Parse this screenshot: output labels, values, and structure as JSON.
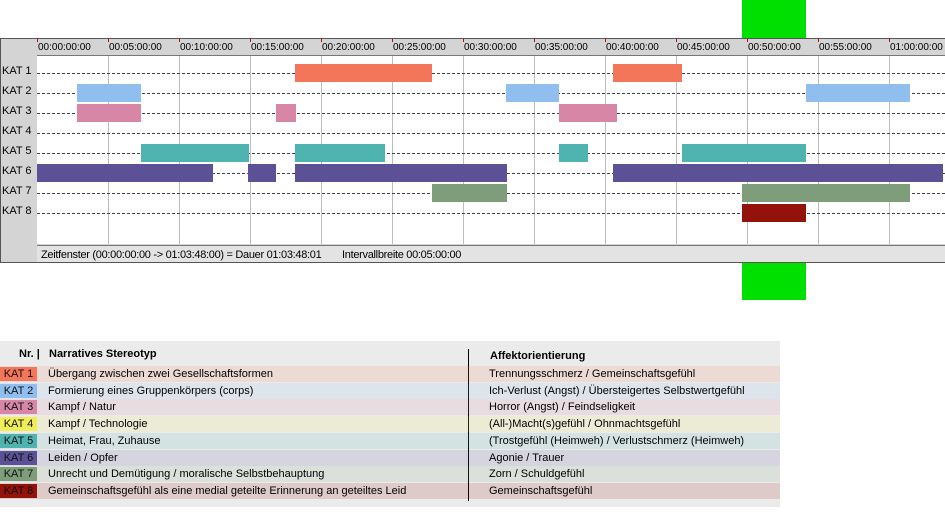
{
  "colors": {
    "playhead": "#00e000",
    "kat1": "#f4765a",
    "kat2": "#90bfef",
    "kat3": "#d786a6",
    "kat4": "#f0ec5a",
    "kat5": "#4fb3b0",
    "kat6": "#5c5196",
    "kat7": "#7e9e7b",
    "kat8": "#931209"
  },
  "timeline": {
    "window_seconds": 3828,
    "tick_labels": [
      "00:00:00:00",
      "00:05:00:00",
      "00:10:00:00",
      "00:15:00:00",
      "00:20:00:00",
      "00:25:00:00",
      "00:30:00:00",
      "00:35:00:00",
      "00:40:00:00",
      "00:45:00:00",
      "00:50:00:00",
      "00:55:00:00",
      "01:00:00:00"
    ],
    "categories": [
      "KAT 1",
      "KAT 2",
      "KAT 3",
      "KAT 4",
      "KAT 5",
      "KAT 6",
      "KAT 7",
      "KAT 8"
    ],
    "segments": [
      {
        "cat": 0,
        "color": "kat1",
        "start": 1090,
        "end": 1670
      },
      {
        "cat": 0,
        "color": "kat1",
        "start": 2435,
        "end": 2725
      },
      {
        "cat": 1,
        "color": "kat2",
        "start": 170,
        "end": 440
      },
      {
        "cat": 1,
        "color": "kat2",
        "start": 1980,
        "end": 2205
      },
      {
        "cat": 1,
        "color": "kat2",
        "start": 3250,
        "end": 3690
      },
      {
        "cat": 2,
        "color": "kat3",
        "start": 170,
        "end": 440
      },
      {
        "cat": 2,
        "color": "kat3",
        "start": 1010,
        "end": 1095
      },
      {
        "cat": 2,
        "color": "kat3",
        "start": 2205,
        "end": 2450
      },
      {
        "cat": 4,
        "color": "kat5",
        "start": 440,
        "end": 895
      },
      {
        "cat": 4,
        "color": "kat5",
        "start": 1090,
        "end": 1470
      },
      {
        "cat": 4,
        "color": "kat5",
        "start": 2205,
        "end": 2330
      },
      {
        "cat": 4,
        "color": "kat5",
        "start": 2725,
        "end": 3250
      },
      {
        "cat": 5,
        "color": "kat6",
        "start": 0,
        "end": 745
      },
      {
        "cat": 5,
        "color": "kat6",
        "start": 890,
        "end": 1010
      },
      {
        "cat": 5,
        "color": "kat6",
        "start": 1090,
        "end": 1985
      },
      {
        "cat": 5,
        "color": "kat6",
        "start": 2435,
        "end": 3828
      },
      {
        "cat": 6,
        "color": "kat7",
        "start": 1670,
        "end": 1985
      },
      {
        "cat": 6,
        "color": "kat7",
        "start": 2980,
        "end": 3690
      },
      {
        "cat": 7,
        "color": "kat8",
        "start": 2980,
        "end": 3250
      }
    ],
    "status_window": "Zeitfenster (00:00:00:00 -> 01:03:48:00) = Dauer 01:03:48:01",
    "status_interval": "Intervallbreite 00:05:00:00"
  },
  "legend": {
    "header_nr": "Nr. |",
    "header_stereotyp": "Narratives Stereotyp",
    "header_affekt": "Affektorientierung",
    "rows": [
      {
        "nr": "KAT 1",
        "color": "kat1",
        "stereotyp": "Übergang zwischen zwei Gesellschaftsformen",
        "affekt": "Trennungsschmerz / Gemeinschaftsgefühl"
      },
      {
        "nr": "KAT 2",
        "color": "kat2",
        "stereotyp": "Formierung eines Gruppenkörpers (corps)",
        "affekt": "Ich-Verlust (Angst) / Übersteigertes Selbstwertgefühl"
      },
      {
        "nr": "KAT 3",
        "color": "kat3",
        "stereotyp": "Kampf / Natur",
        "affekt": "Horror (Angst) / Feindseligkeit"
      },
      {
        "nr": "KAT 4",
        "color": "kat4",
        "stereotyp": "Kampf / Technologie",
        "affekt": "(All-)Macht(s)gefühl / Ohnmachtsgefühl"
      },
      {
        "nr": "KAT 5",
        "color": "kat5",
        "stereotyp": "Heimat, Frau, Zuhause",
        "affekt": "(Trostgefühl (Heimweh) / Verlustschmerz (Heimweh)"
      },
      {
        "nr": "KAT 6",
        "color": "kat6",
        "stereotyp": "Leiden / Opfer",
        "affekt": "Agonie / Trauer"
      },
      {
        "nr": "KAT 7",
        "color": "kat7",
        "stereotyp": "Unrecht und Demütigung / moralische Selbstbehauptung",
        "affekt": "Zorn / Schuldgefühl"
      },
      {
        "nr": "KAT 8",
        "color": "kat8",
        "stereotyp": "Gemeinschaftsgefühl als eine medial geteilte Erinnerung an geteiltes Leid",
        "affekt": "Gemeinschaftsgefühl"
      }
    ]
  }
}
